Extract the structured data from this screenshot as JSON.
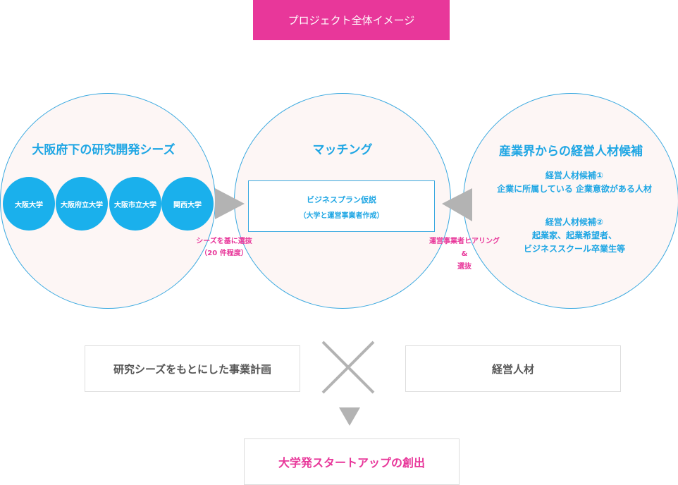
{
  "title": "プロジェクト全体イメージ",
  "left": {
    "title": "大阪府下の研究開発シーズ",
    "universities": [
      "大阪大学",
      "大阪府立大学",
      "大阪市立大学",
      "関西大学"
    ],
    "arrow_label_1": "シーズを基に選抜",
    "arrow_label_2": "（20 件程度）"
  },
  "center": {
    "title": "マッチング",
    "box_line1": "ビジネスプラン仮説",
    "box_line2": "（大学と運営事業者作成）"
  },
  "right": {
    "title": "産業界からの経営人材候補",
    "c1_head": "経営人材候補①",
    "c1_body": "企業に所属している 企業意欲がある人材",
    "c2_head": "経営人材候補②",
    "c2_body1": "起業家、起業希望者、",
    "c2_body2": "ビジネススクール卒業生等",
    "arrow_label_1": "運営事業者ヒアリング",
    "arrow_label_2": "&",
    "arrow_label_3": "選抜"
  },
  "bottom": {
    "left_box": "研究シーズをもとにした事業計画",
    "right_box": "経営人材",
    "result": "大学発スタートアップの創出"
  },
  "colors": {
    "accent": "#e8379a",
    "blue": "#1ab0ec",
    "arrow": "#b3b3b3"
  }
}
